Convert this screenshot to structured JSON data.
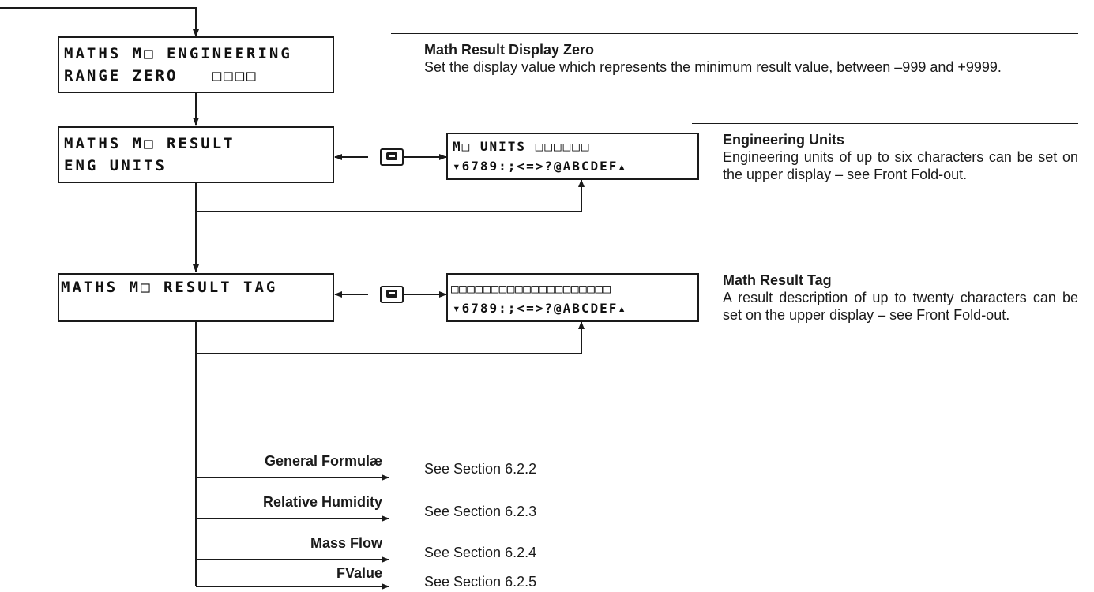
{
  "screen1": {
    "line1": "MATHS M□ ENGINEERING",
    "line2": "RANGE ZERO   □□□□"
  },
  "screen2": {
    "line1": "MATHS M□ RESULT",
    "line2": "ENG UNITS"
  },
  "screen3": {
    "line1": "MATHS M□ RESULT TAG",
    "line2": ""
  },
  "units_display": {
    "line1": "M□ UNITS □□□□□□",
    "line2": "▾6789:;<=>?@ABCDEF▴"
  },
  "tag_display": {
    "line1": "□□□□□□□□□□□□□□□□□□□□",
    "line2": "▾6789:;<=>?@ABCDEF▴"
  },
  "desc_zero": {
    "title": "Math Result Display Zero",
    "body": "Set the display value which represents the minimum result value, between –999 and +9999."
  },
  "desc_units": {
    "title": "Engineering Units",
    "body": "Engineering units of up to six characters can be set on the upper display – see Front Fold-out."
  },
  "desc_tag": {
    "title": "Math Result Tag",
    "body": "A result description of up to twenty characters can be set on the upper display – see Front Fold-out."
  },
  "branches": [
    {
      "label": "General Formulæ",
      "section": "See Section 6.2.2"
    },
    {
      "label": "Relative Humidity",
      "section": "See Section 6.2.3"
    },
    {
      "label": "Mass Flow",
      "section": "See Section 6.2.4"
    },
    {
      "label": "FValue",
      "section": "See Section 6.2.5"
    }
  ],
  "key_icons": [
    "enter-key-icon",
    "enter-key-icon"
  ]
}
